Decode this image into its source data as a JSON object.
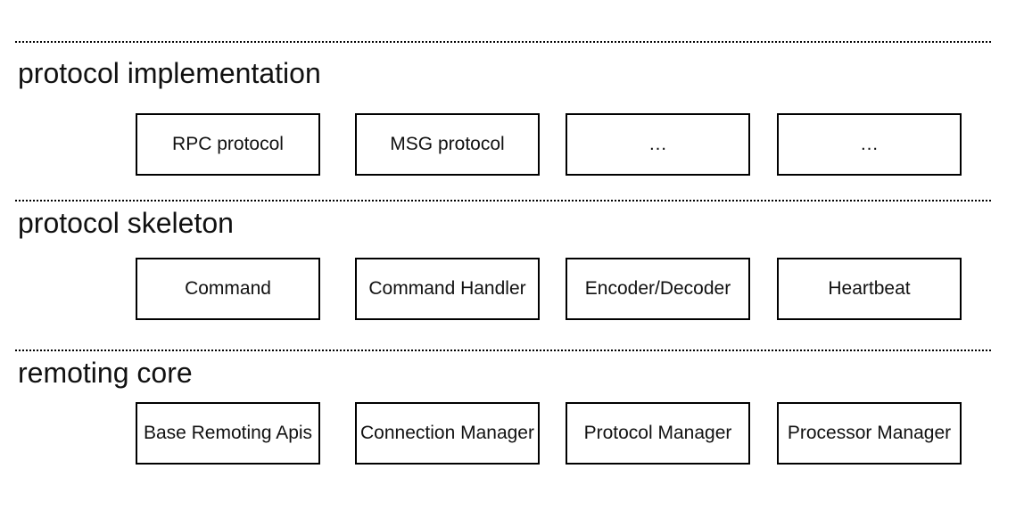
{
  "diagram": {
    "type": "layered-architecture",
    "colors": {
      "background": "#ffffff",
      "box_border": "#000000",
      "divider": "#000000",
      "text": "#111111"
    },
    "sections": [
      {
        "title": "protocol implementation",
        "boxes": [
          "RPC protocol",
          "MSG protocol",
          "…",
          "…"
        ]
      },
      {
        "title": "protocol skeleton",
        "boxes": [
          "Command",
          "Command Handler",
          "Encoder/Decoder",
          "Heartbeat"
        ]
      },
      {
        "title": "remoting core",
        "boxes": [
          "Base Remoting Apis",
          "Connection Manager",
          "Protocol Manager",
          "Processor Manager"
        ]
      }
    ]
  }
}
